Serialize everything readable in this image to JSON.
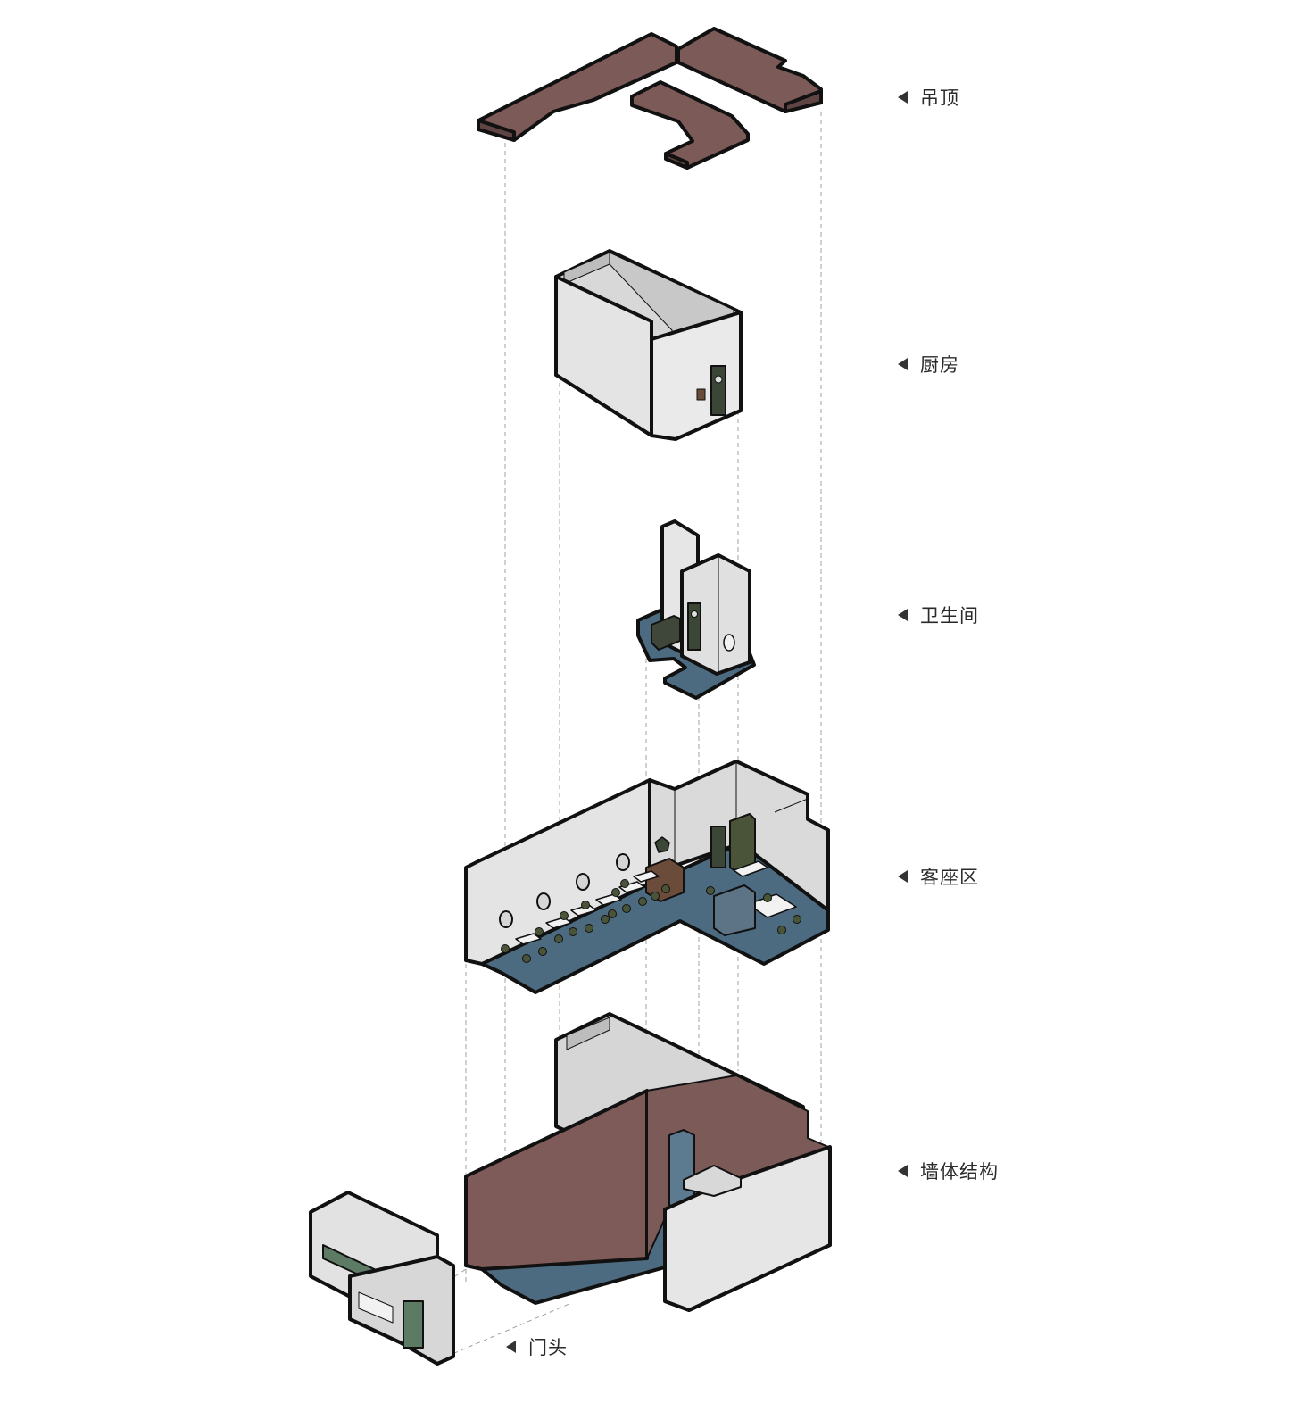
{
  "labels": [
    {
      "text": "吊顶"
    },
    {
      "text": "厨房"
    },
    {
      "text": "卫生间"
    },
    {
      "text": "客座区"
    },
    {
      "text": "墙体结构"
    },
    {
      "text": "门头"
    }
  ],
  "colors": {
    "ceiling": "#7b5a58",
    "wall_light": "#e4e4e4",
    "wall_shade": "#cfcfcf",
    "floor": "#4d6b80",
    "brick": "#7e5a58",
    "door": "#3c4636",
    "furniture": "#4a5438",
    "outline": "#111111",
    "guide": "#9a9a9a"
  }
}
